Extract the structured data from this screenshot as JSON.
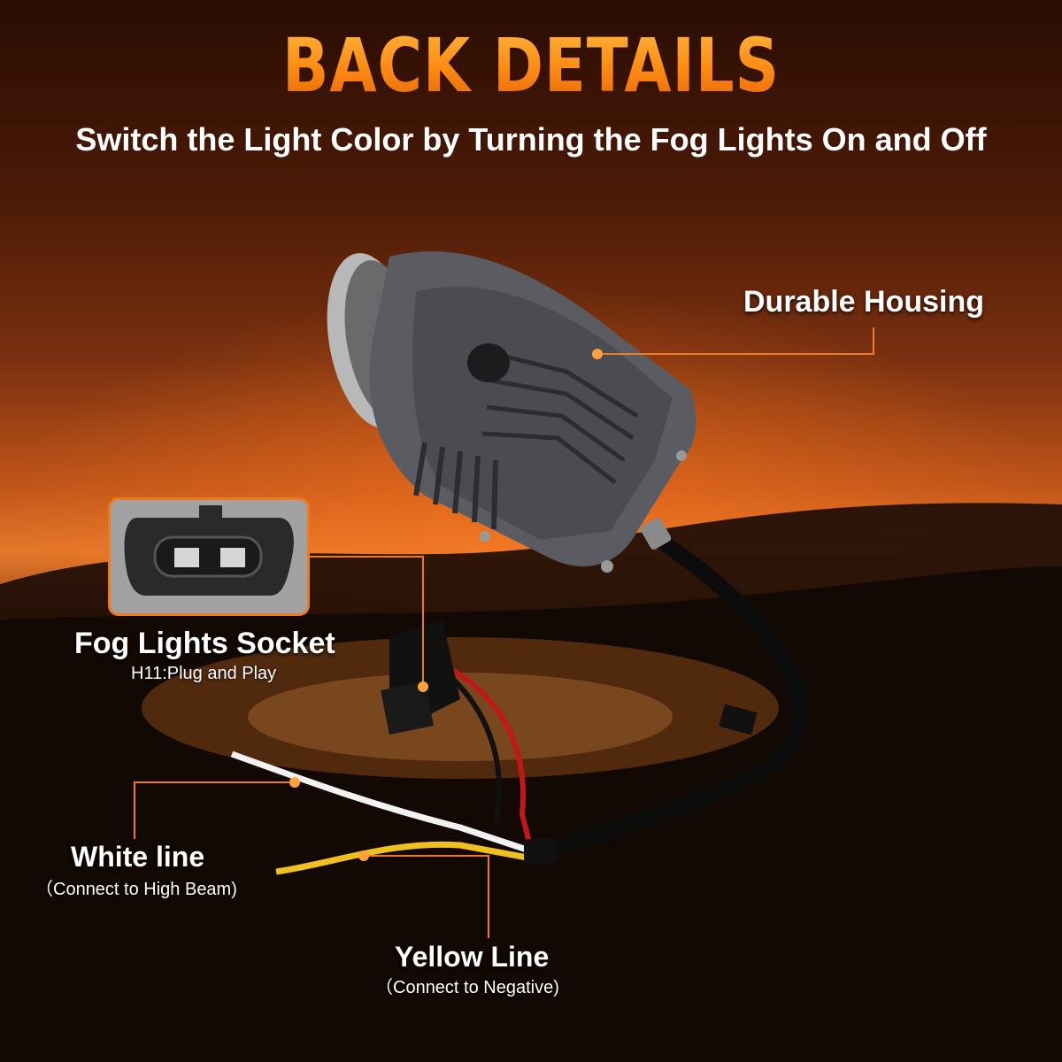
{
  "title": "BACK DETAILS",
  "subtitle": "Switch the Light Color by Turning the Fog Lights On and Off",
  "labels": {
    "housing": "Durable Housing",
    "socket": "Fog Lights Socket",
    "socket_sub": "H11:Plug and Play",
    "white": "White line",
    "white_sub": "（Connect to High Beam)",
    "yellow": "Yellow Line",
    "yellow_sub": "（Connect to Negative)"
  },
  "colors": {
    "accent": "#ff8a12",
    "callout_line": "#f07a20",
    "housing": "#5a5c62"
  }
}
